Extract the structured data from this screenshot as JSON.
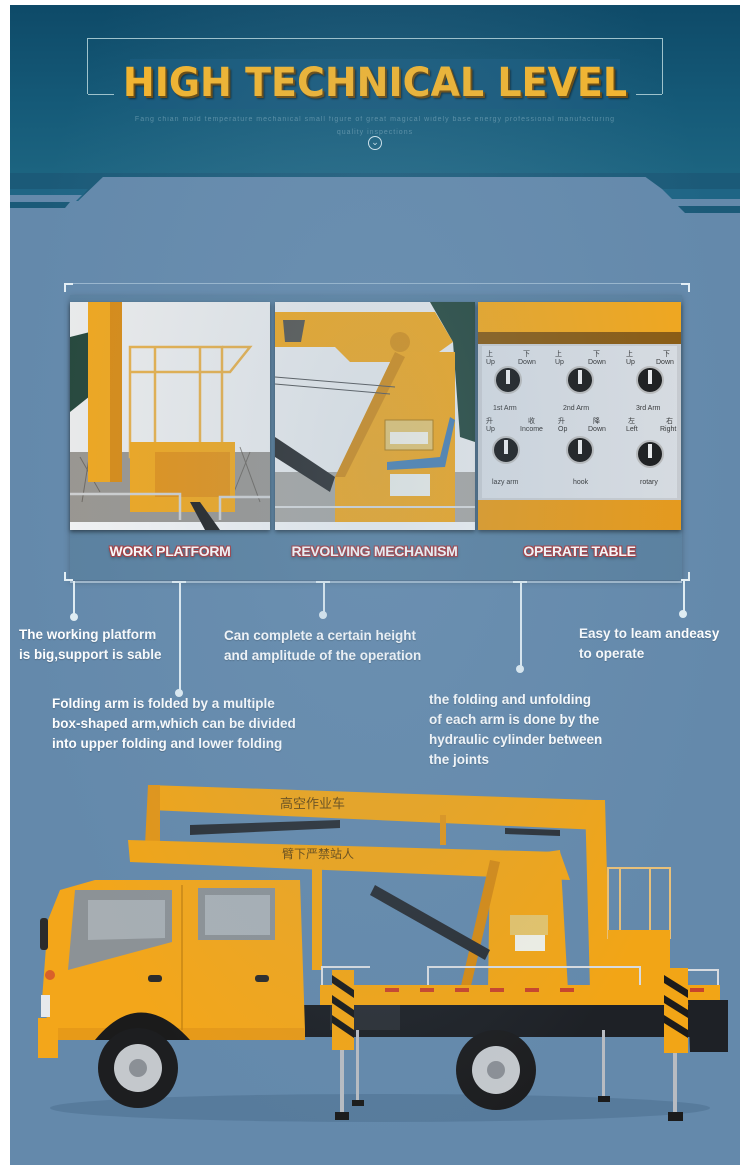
{
  "header": {
    "title": "HIGH TECHNICAL LEVEL",
    "subtitle": "Fang chian mold temperature mechanical small figure of great magical widely base energy professional manufacturing quality inspections",
    "scroll_icon": "chevron-down-circle-icon",
    "colors": {
      "band": "#155a78",
      "title": "#f4b52d",
      "frame": "#9fc3cc"
    }
  },
  "panel": {
    "photos": [
      {
        "label": "WORK PLATFORM",
        "alt": "Work platform basket with railing"
      },
      {
        "label": "REVOLVING MECHANISM",
        "alt": "Revolving mechanism of boom arm"
      },
      {
        "label": "OPERATE TABLE",
        "alt": "Operate table with rotary switches"
      }
    ],
    "control_panel": {
      "switches": [
        {
          "left_cn": "上",
          "left_en": "Up",
          "right_cn": "下",
          "right_en": "Down",
          "name": "1st Arm"
        },
        {
          "left_cn": "上",
          "left_en": "Up",
          "right_cn": "下",
          "right_en": "Down",
          "name": "2nd Arm"
        },
        {
          "left_cn": "上",
          "left_en": "Up",
          "right_cn": "下",
          "right_en": "Down",
          "name": "3rd Arm"
        },
        {
          "left_cn": "升",
          "left_en": "Up",
          "right_cn": "收",
          "right_en": "Income",
          "name": "lazy arm"
        },
        {
          "left_cn": "升",
          "left_en": "Op",
          "right_cn": "降",
          "right_en": "Down",
          "name": "hook"
        },
        {
          "left_cn": "左",
          "left_en": "Left",
          "right_cn": "右",
          "right_en": "Right",
          "name": "rotary"
        }
      ]
    },
    "label_color": "#a53a3e"
  },
  "callouts": [
    {
      "id": "platform",
      "lines": [
        "The working platform",
        "is big,support is sable"
      ]
    },
    {
      "id": "height",
      "lines": [
        "Can complete a certain height",
        "and amplitude of the operation"
      ]
    },
    {
      "id": "easy",
      "lines": [
        "Easy to leam andeasy",
        "to operate"
      ]
    },
    {
      "id": "folding",
      "lines": [
        "Folding arm is folded by a multiple",
        "box-shaped arm,which can be divided",
        "into upper folding and lower folding"
      ]
    },
    {
      "id": "hydraulic",
      "lines": [
        "the folding and unfolding",
        "of each arm is done by the",
        "hydraulic cylinder between",
        "the joints"
      ]
    }
  ],
  "truck": {
    "boom_text_upper": "高空作业车",
    "boom_text_lower": "臂下严禁站人",
    "body_color": "#f2a516",
    "alt": "Yellow aerial work platform truck"
  },
  "page": {
    "background": "#6489ab"
  }
}
